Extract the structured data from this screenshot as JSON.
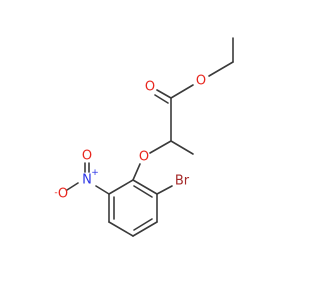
{
  "molecule": {
    "atoms": {
      "carbonyl_oxygen": {
        "label": "O",
        "color": "#e8261e"
      },
      "ester_oxygen": {
        "label": "O",
        "color": "#e8261e"
      },
      "ether_oxygen": {
        "label": "O",
        "color": "#e8261e"
      },
      "nitro_nitrogen": {
        "label": "N",
        "charge": "+",
        "color": "#2b35e6"
      },
      "nitro_oxygen": {
        "label": "O",
        "charge": "-",
        "color": "#e8261e"
      },
      "nitro_oxygen_double": {
        "label": "O",
        "color": "#e8261e"
      },
      "bromine": {
        "label": "Br",
        "color": "#a52a2a"
      }
    },
    "bond_color": "#3a3a3a"
  }
}
